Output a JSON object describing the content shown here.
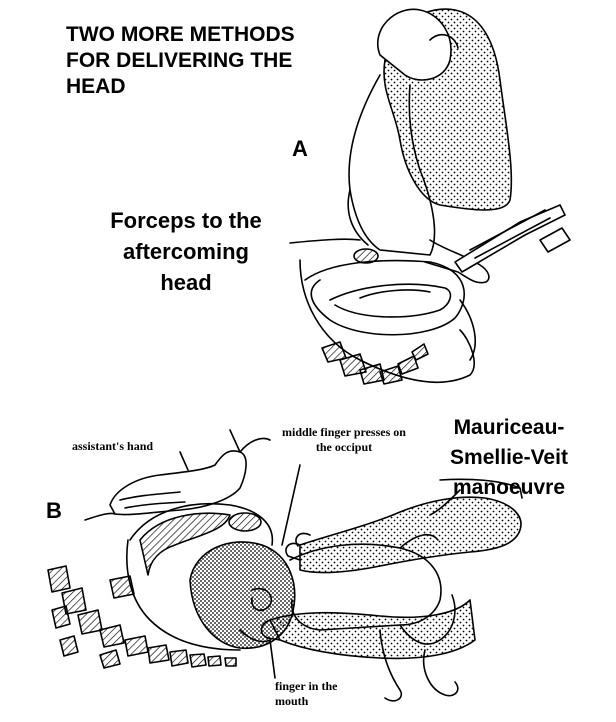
{
  "title": "TWO MORE METHODS FOR DELIVERING THE HEAD",
  "panel_a": {
    "letter": "A",
    "caption": "Forceps to the aftercoming head"
  },
  "panel_b": {
    "letter": "B",
    "caption": "Mauriceau-Smellie-Veit manoeuvre",
    "label_assistant": "assistant's hand",
    "label_middle_finger": "middle finger presses on the occiput",
    "label_finger_mouth": "finger in the mouth"
  }
}
